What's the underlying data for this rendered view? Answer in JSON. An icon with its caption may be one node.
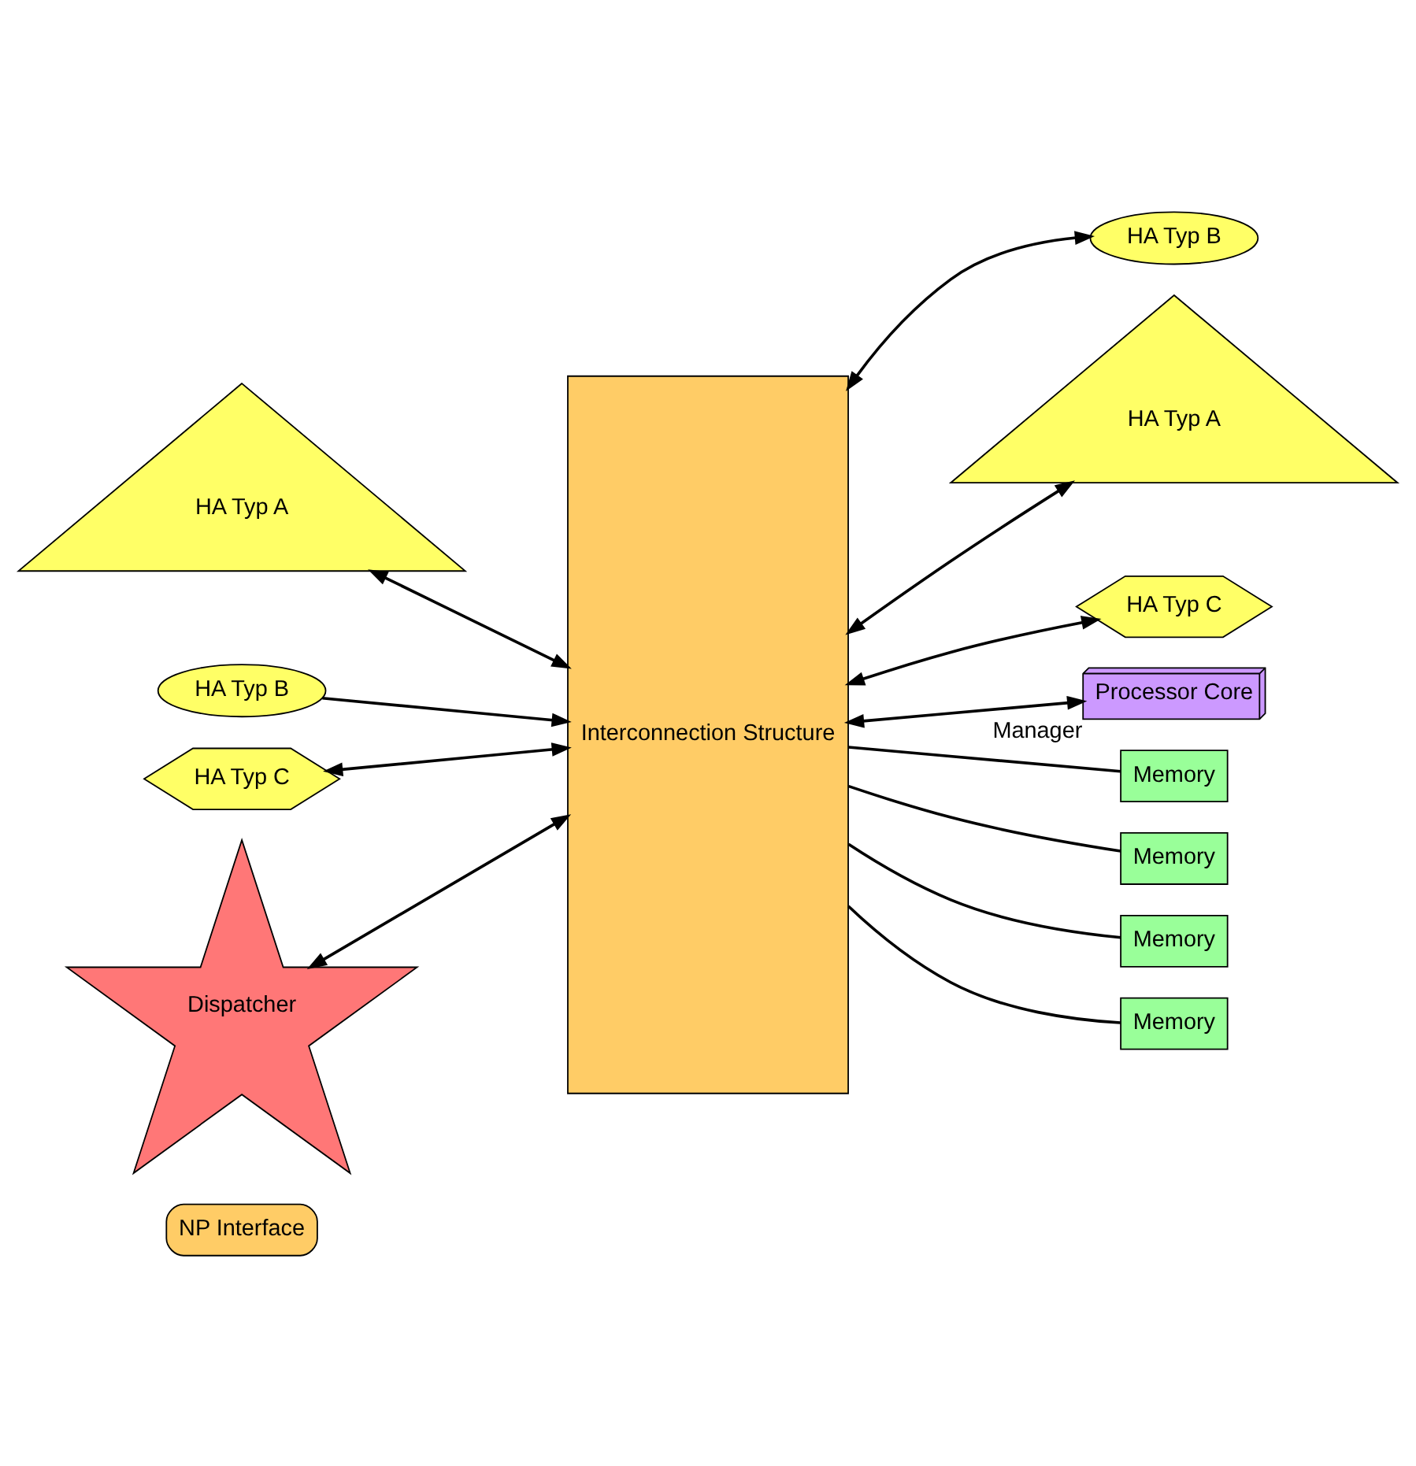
{
  "diagram": {
    "nodes": [
      {
        "text": [
          "NP Interface"
        ]
      },
      {
        "text": [
          "Interconnection Structure"
        ]
      },
      {
        "text": [
          "HA Typ A"
        ]
      },
      {
        "text": [
          "HA Typ B"
        ]
      },
      {
        "text": [
          "HA Typ B"
        ]
      },
      {
        "text": [
          "HA Typ A"
        ]
      },
      {
        "text": [
          "HA Typ C"
        ]
      },
      {
        "text": [
          "HA Typ C"
        ]
      },
      {
        "text": [
          "Dispatcher"
        ]
      },
      {
        "text": [
          "Processor Core"
        ],
        "beside": [
          "Manager"
        ]
      },
      {
        "text": [
          "Memory"
        ]
      },
      {
        "text": [
          "Memory"
        ]
      },
      {
        "text": [
          "Memory"
        ]
      },
      {
        "text": [
          "Memory"
        ]
      }
    ],
    "edges": [
      {
        "from": 2,
        "to": 1,
        "arrow": "both"
      },
      {
        "from": 1,
        "to": 3,
        "arrow": "both"
      },
      {
        "from": 4,
        "to": 1,
        "arrow": "to"
      },
      {
        "from": 1,
        "to": 5,
        "arrow": "both"
      },
      {
        "from": 6,
        "to": 1,
        "arrow": "both"
      },
      {
        "from": 1,
        "to": 7,
        "arrow": "both"
      },
      {
        "from": 8,
        "to": 1,
        "arrow": "both"
      },
      {
        "from": 1,
        "to": 9,
        "arrow": "both"
      },
      {
        "from": 1,
        "to": 10,
        "arrow": "none"
      },
      {
        "from": 1,
        "to": 11,
        "arrow": "none"
      },
      {
        "from": 1,
        "to": 12,
        "arrow": "none"
      },
      {
        "from": 1,
        "to": 13,
        "arrow": "none"
      }
    ]
  }
}
